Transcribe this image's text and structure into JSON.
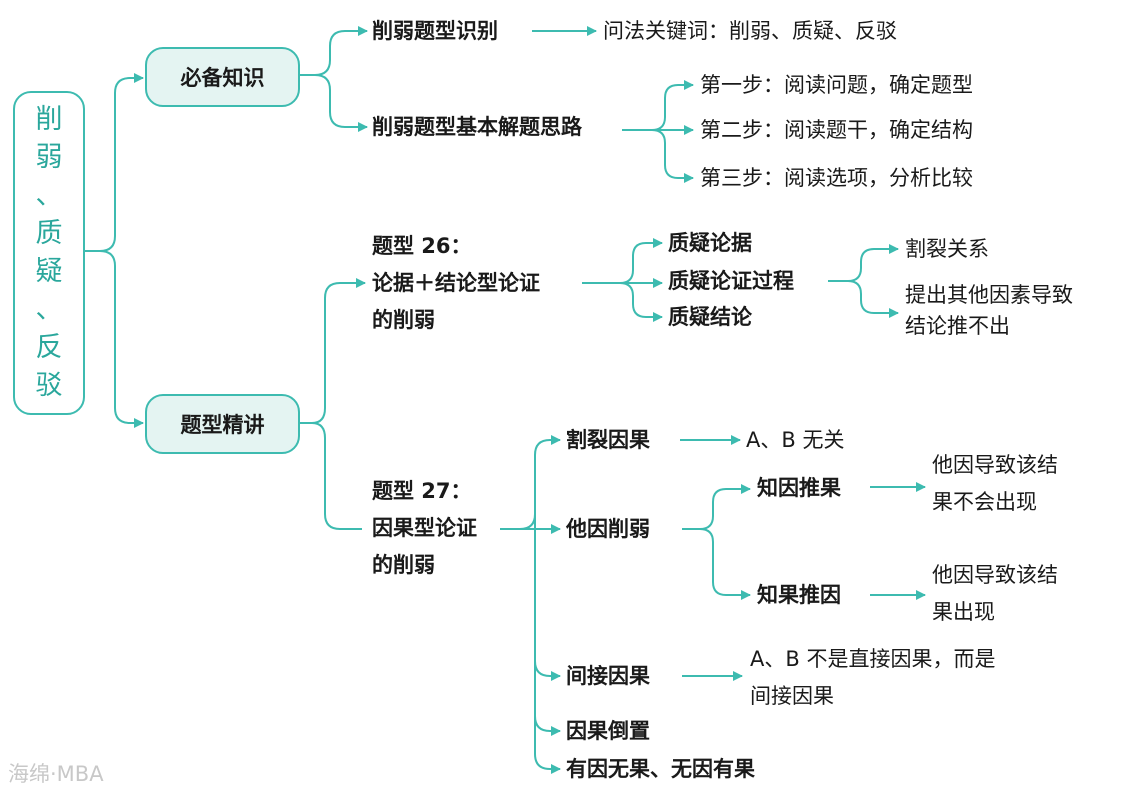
{
  "root": {
    "chars": [
      "削",
      "弱",
      "、",
      "质",
      "疑",
      "、",
      "反",
      "驳"
    ]
  },
  "b1": {
    "label": "必备知识",
    "c1": {
      "label": "削弱题型识别",
      "leaf": "问法关键词：削弱、质疑、反驳"
    },
    "c2": {
      "label": "削弱题型基本解题思路",
      "steps": [
        "第一步：阅读问题，确定题型",
        "第二步：阅读题干，确定结构",
        "第三步：阅读选项，分析比较"
      ]
    }
  },
  "b2": {
    "label": "题型精讲",
    "t26": {
      "line1": "题型 26：",
      "line2": "论据＋结论型论证",
      "line3": "的削弱",
      "items": [
        "质疑论据",
        "质疑论证过程",
        "质疑结论"
      ],
      "sub": {
        "a": "割裂关系",
        "b1": "提出其他因素导致",
        "b2": "结论推不出"
      }
    },
    "t27": {
      "line1": "题型 27：",
      "line2": "因果型论证",
      "line3": "的削弱",
      "i1": {
        "label": "割裂因果",
        "leaf": "A、B 无关"
      },
      "i2": {
        "label": "他因削弱",
        "s1": {
          "label": "知因推果",
          "leaf1": "他因导致该结",
          "leaf2": "果不会出现"
        },
        "s2": {
          "label": "知果推因",
          "leaf1": "他因导致该结",
          "leaf2": "果出现"
        }
      },
      "i3": {
        "label": "间接因果",
        "leaf1": "A、B 不是直接因果，而是",
        "leaf2": "间接因果"
      },
      "i4": {
        "label": "因果倒置"
      },
      "i5": {
        "label": "有因无果、无因有果"
      }
    }
  },
  "watermark": "海绵·MBA",
  "colors": {
    "line": "#3dbbb0",
    "box_fill": "#e4f4f2",
    "root_text": "#2aa79c"
  }
}
